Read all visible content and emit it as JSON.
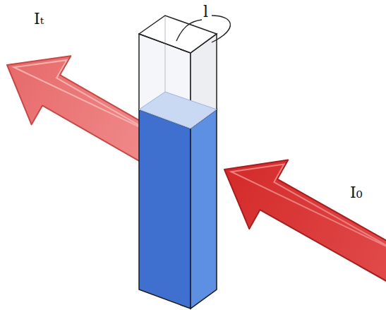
{
  "diagram": {
    "labels": [
      "l",
      "Iₜ",
      "I₀"
    ]
  }
}
